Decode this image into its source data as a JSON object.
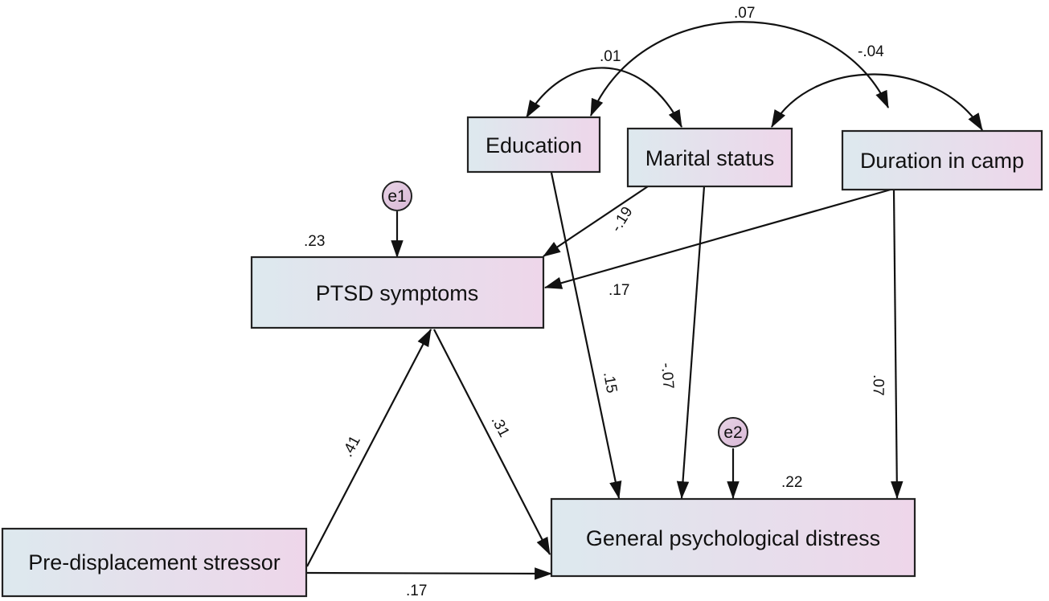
{
  "nodes": {
    "education": "Education",
    "marital": "Marital status",
    "duration": "Duration in camp",
    "ptsd": "PTSD symptoms",
    "stressor": "Pre-displacement stressor",
    "distress": "General psychological distress"
  },
  "errors": {
    "e1": "e1",
    "e2": "e2"
  },
  "r_squared": {
    "ptsd": ".23",
    "distress": ".22"
  },
  "covariances": {
    "education_marital": ".01",
    "education_duration": ".07",
    "marital_duration": "-.04"
  },
  "paths": {
    "marital_ptsd": "-.19",
    "duration_ptsd": ".17",
    "education_distress": ".15",
    "marital_distress": "-.07",
    "duration_distress": ".07",
    "stressor_ptsd": ".41",
    "ptsd_distress": ".31",
    "stressor_distress": ".17"
  },
  "colors": {
    "box_left": "#dfe9ef",
    "box_right": "#ecd7ea",
    "line": "#111111"
  }
}
